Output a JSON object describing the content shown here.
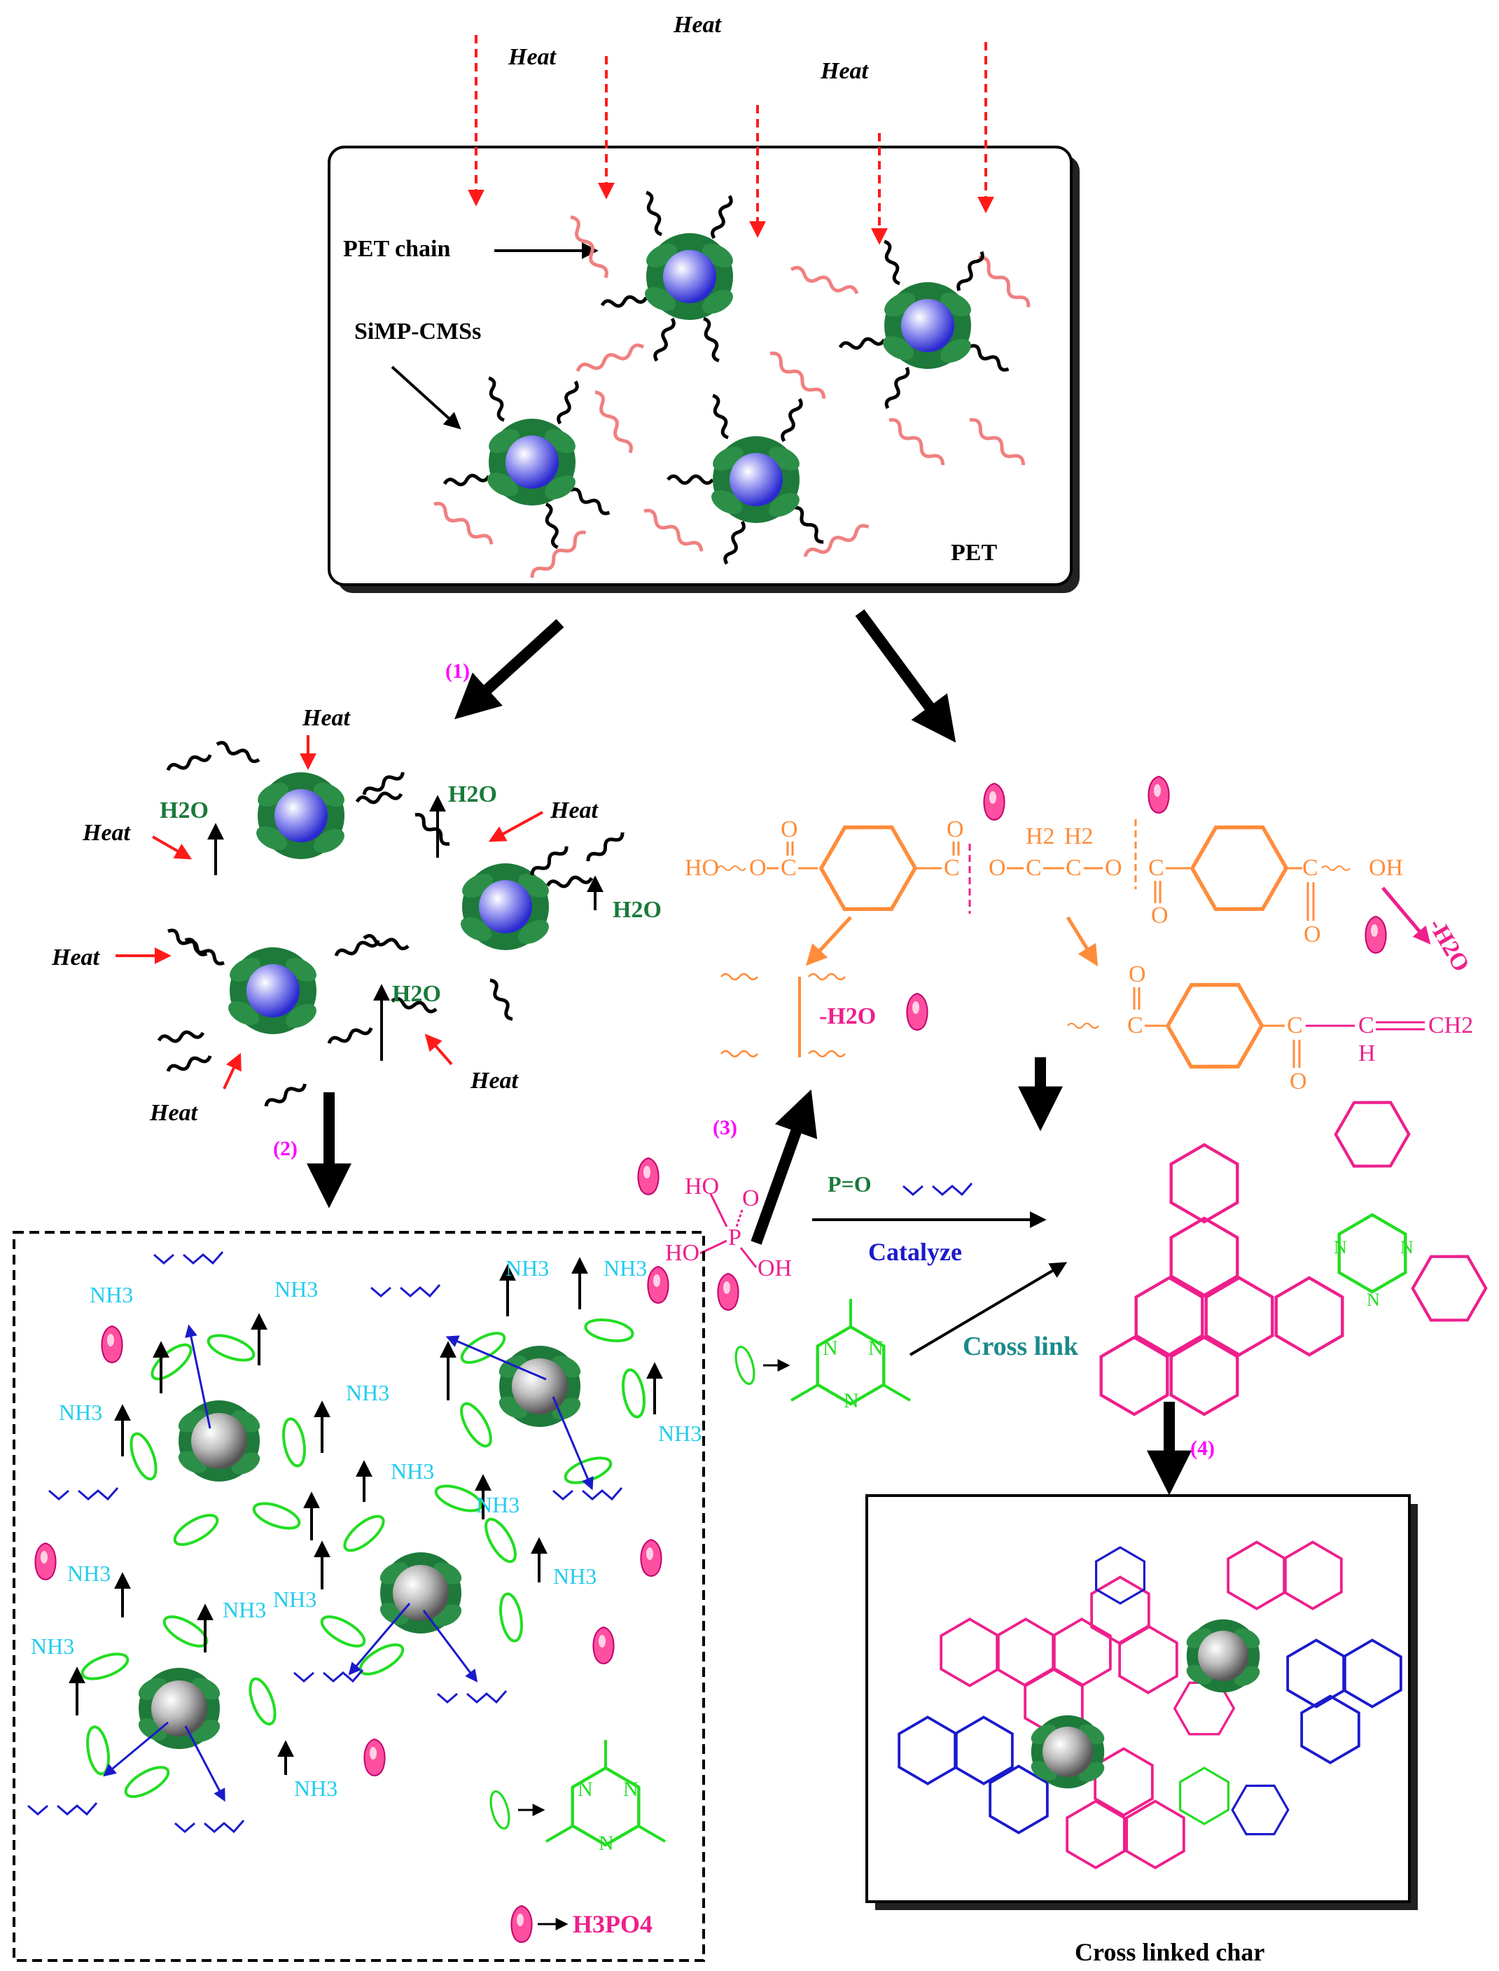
{
  "labels": {
    "heat": "Heat",
    "pet_chain": "PET chain",
    "simp_cmss": "SiMP-CMSs",
    "pet": "PET",
    "h2o": "H2O",
    "step1": "(1)",
    "step2": "(2)",
    "step3": "(3)",
    "step4": "(4)",
    "nh3": "NH3",
    "minus_h2o": "-H2O",
    "p_eq_o": "P=O",
    "catalyze": "Catalyze",
    "cross_link": "Cross link",
    "h3po4": "H3PO4",
    "cross_linked_char": "Cross linked char",
    "ho": "HO",
    "oh": "OH",
    "o": "O",
    "c": "C",
    "h2": "H2",
    "h": "H",
    "ch2": "CH2",
    "n": "N",
    "p": "P"
  },
  "colors": {
    "heat_arrow": "#ff1a1a",
    "pet_chain": "#f08080",
    "shell": "#1e7a3a",
    "sphere": "#6666ee",
    "pet_fragment": "#ff8c3a",
    "phosphoric": "#ee1f8c",
    "nh3": "#22ccee",
    "vinyl": "#1a1acc",
    "triazine": "#22dd22",
    "char_blue": "#1a1acc",
    "step": "#ff00ff"
  }
}
